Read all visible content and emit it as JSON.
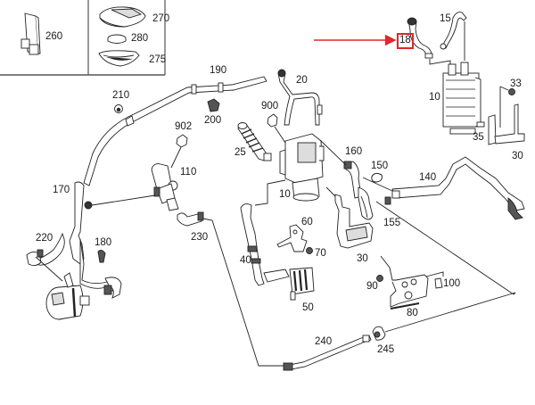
{
  "diagram": {
    "type": "exploded-parts-diagram",
    "highlight_color": "#e3262a",
    "highlighted_part": "18",
    "inset_panels": [
      {
        "id": "inset-left",
        "parts": [
          "260"
        ]
      },
      {
        "id": "inset-right",
        "parts": [
          "270",
          "280",
          "275"
        ]
      }
    ],
    "parts": [
      {
        "id": "p260",
        "label": "260",
        "name": "control-module"
      },
      {
        "id": "p270",
        "label": "270",
        "name": "cover-top"
      },
      {
        "id": "p280",
        "label": "280",
        "name": "seal-ring"
      },
      {
        "id": "p275",
        "label": "275",
        "name": "cover-bottom"
      },
      {
        "id": "p18",
        "label": "18",
        "name": "coolant-hose-elbow"
      },
      {
        "id": "p15",
        "label": "15",
        "name": "coolant-hose-upper"
      },
      {
        "id": "p10a",
        "label": "10",
        "name": "heat-exchanger"
      },
      {
        "id": "p33",
        "label": "33",
        "name": "nut"
      },
      {
        "id": "p35",
        "label": "35",
        "name": "bolt"
      },
      {
        "id": "p30a",
        "label": "30",
        "name": "bracket-right"
      },
      {
        "id": "p190",
        "label": "190",
        "name": "coolant-pipe-long"
      },
      {
        "id": "p20",
        "label": "20",
        "name": "coolant-line-bracket"
      },
      {
        "id": "p210",
        "label": "210",
        "name": "grommet"
      },
      {
        "id": "p200",
        "label": "200",
        "name": "clip"
      },
      {
        "id": "p900",
        "label": "900",
        "name": "connector-900"
      },
      {
        "id": "p902",
        "label": "902",
        "name": "connector-902"
      },
      {
        "id": "p25",
        "label": "25",
        "name": "flexible-hose"
      },
      {
        "id": "p110",
        "label": "110",
        "name": "valve"
      },
      {
        "id": "p10b",
        "label": "10",
        "name": "heater-unit"
      },
      {
        "id": "p160",
        "label": "160",
        "name": "hose-160"
      },
      {
        "id": "p150",
        "label": "150",
        "name": "gasket"
      },
      {
        "id": "p140",
        "label": "140",
        "name": "coolant-line-assembly"
      },
      {
        "id": "p170",
        "label": "170",
        "name": "hose-170"
      },
      {
        "id": "p220",
        "label": "220",
        "name": "hose-220"
      },
      {
        "id": "p180",
        "label": "180",
        "name": "clamp"
      },
      {
        "id": "p230",
        "label": "230",
        "name": "hose-230"
      },
      {
        "id": "p155",
        "label": "155",
        "name": "hose-155"
      },
      {
        "id": "p60",
        "label": "60",
        "name": "bracket-60"
      },
      {
        "id": "p70",
        "label": "70",
        "name": "nut-70"
      },
      {
        "id": "p40",
        "label": "40",
        "name": "hose-40"
      },
      {
        "id": "p30b",
        "label": "30",
        "name": "bracket-mid"
      },
      {
        "id": "p50",
        "label": "50",
        "name": "filter-50"
      },
      {
        "id": "p90",
        "label": "90",
        "name": "nut-90"
      },
      {
        "id": "p100",
        "label": "100",
        "name": "bolt-100"
      },
      {
        "id": "p80",
        "label": "80",
        "name": "bracket-80"
      },
      {
        "id": "p240",
        "label": "240",
        "name": "drain-pipe"
      },
      {
        "id": "p245",
        "label": "245",
        "name": "grommet-245"
      }
    ]
  }
}
